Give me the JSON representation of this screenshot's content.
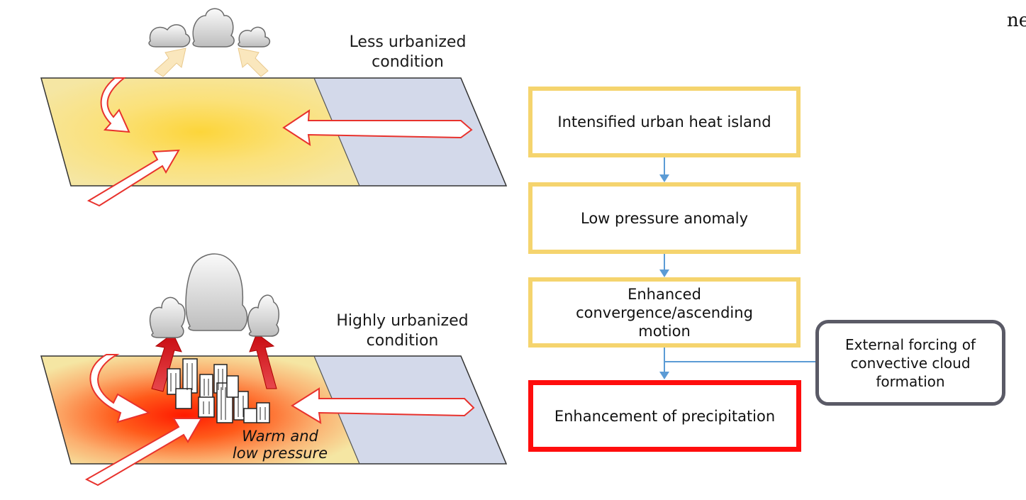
{
  "panels": {
    "top_label_line1": "Less urbanized",
    "top_label_line2": "condition",
    "bottom_label_line1": "Highly urbanized",
    "bottom_label_line2": "condition",
    "warm_line1": "Warm and",
    "warm_line2": "low pressure"
  },
  "flow": {
    "step1": "Intensified urban heat island",
    "step2": "Low pressure anomaly",
    "step3_line1": "Enhanced",
    "step3_line2": "convergence/ascending",
    "step3_line3": "motion",
    "step4": "Enhancement of precipitation",
    "external_line1": "External forcing of",
    "external_line2": "convective cloud",
    "external_line3": "formation"
  },
  "corner_text": "ne",
  "colors": {
    "land": "#f5e6a3",
    "sea": "#d3d9ea",
    "yellow_border": "#f5d46e",
    "red_border": "#ff0d0d",
    "gray_border": "#5a5a66",
    "connector": "#5b9bd5"
  }
}
